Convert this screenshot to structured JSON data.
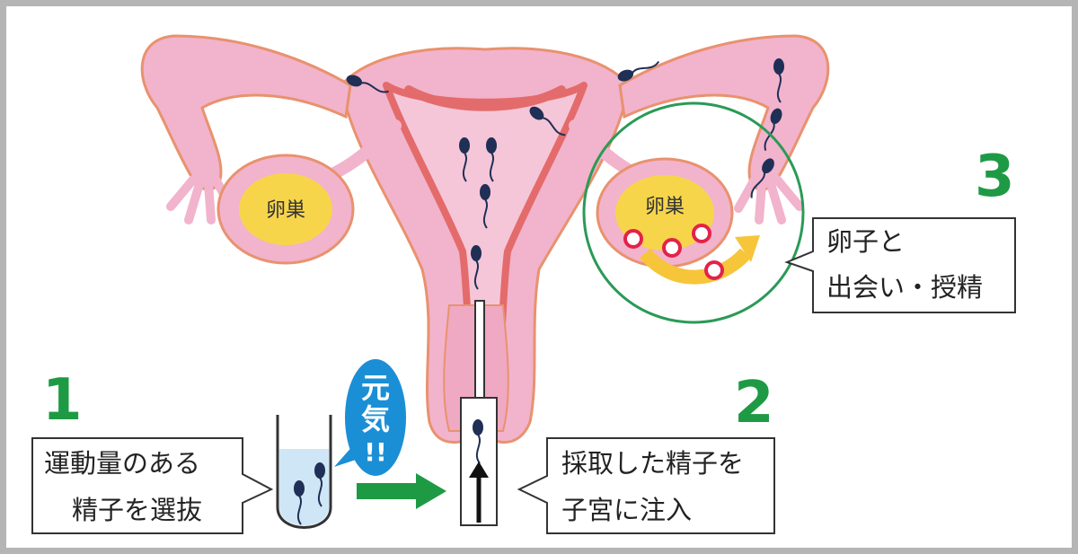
{
  "labels": {
    "ovary_left": "卵巣",
    "ovary_right": "卵巣",
    "step1_number": "1",
    "step2_number": "2",
    "step3_number": "3",
    "step1_text": [
      "運動量のある",
      "精子を選抜"
    ],
    "step2_text": [
      "採取した精子を",
      "子宮に注入"
    ],
    "step3_text": [
      "卵子と",
      "出会い・授精"
    ],
    "genki_badge": [
      "元",
      "気",
      "!!"
    ]
  },
  "colors": {
    "uterus_pink": "#f2b3cc",
    "uterus_outline": "#e8926e",
    "inner_red": "#e46b6b",
    "ovary_yellow": "#f7d54b",
    "sperm_navy": "#1f2f55",
    "egg_red": "#e3224a",
    "step_green": "#1e9a45",
    "arrow_green": "#1e9a45",
    "badge_blue": "#1b8fd6",
    "circle_green": "#2a9a56",
    "frame_gray": "#b5b5b5"
  }
}
